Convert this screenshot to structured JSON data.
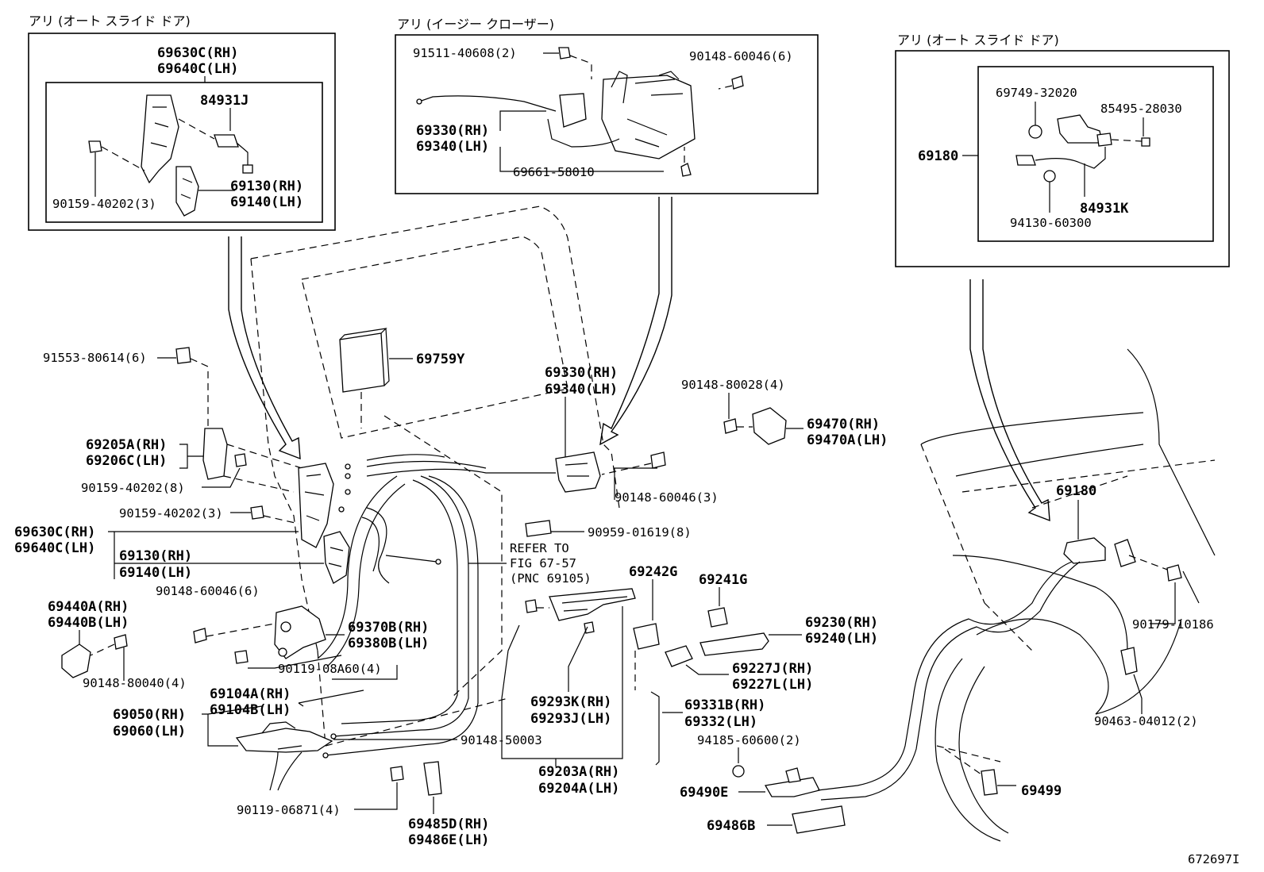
{
  "headers": {
    "auto_slide_left": "アリ (オート スライド ドア)",
    "easy_closer": "アリ (イージー クローザー)",
    "auto_slide_right": "アリ (オート スライド ドア)"
  },
  "inset_left": {
    "p69630C": "69630C(RH)",
    "p69640C": "69640C(LH)",
    "p84931J": "84931J",
    "p69130": "69130(RH)",
    "p69140": "69140(LH)",
    "p90159": "90159-40202(3)"
  },
  "inset_mid": {
    "p91511": "91511-40608(2)",
    "p90148": "90148-60046(6)",
    "p69330": "69330(RH)",
    "p69340": "69340(LH)",
    "p69661": "69661-58010"
  },
  "inset_right": {
    "p69749": "69749-32020",
    "p85495": "85495-28030",
    "p69180": "69180",
    "p84931K": "84931K",
    "p94130": "94130-60300"
  },
  "main": {
    "p91553": "91553-80614(6)",
    "p69759Y": "69759Y",
    "p69330": "69330(RH)",
    "p69340": "69340(LH)",
    "p90148_80028": "90148-80028(4)",
    "p69470": "69470(RH)",
    "p69470A": "69470A(LH)",
    "p69205A": "69205A(RH)",
    "p69206C": "69206C(LH)",
    "p90159_8": "90159-40202(8)",
    "p90148_60046_3": "90148-60046(3)",
    "p90159_3": "90159-40202(3)",
    "p90959": "90959-01619(8)",
    "p69630C": "69630C(RH)",
    "p69640C": "69640C(LH)",
    "refer1": "REFER TO",
    "refer2": "FIG 67-57",
    "refer3": "(PNC 69105)",
    "p69130": "69130(RH)",
    "p69140": "69140(LH)",
    "p69242G": "69242G",
    "p69241G": "69241G",
    "p90148_60046_6": "90148-60046(6)",
    "p69440A": "69440A(RH)",
    "p69440B": "69440B(LH)",
    "p69370B": "69370B(RH)",
    "p69380B": "69380B(LH)",
    "p69230": "69230(RH)",
    "p69240": "69240(LH)",
    "p90148_80040": "90148-80040(4)",
    "p90119_08A60": "90119-08A60(4)",
    "p69227J": "69227J(RH)",
    "p69227L": "69227L(LH)",
    "p69104A": "69104A(RH)",
    "p69104B": "69104B(LH)",
    "p69293K": "69293K(RH)",
    "p69293J": "69293J(LH)",
    "p69331B": "69331B(RH)",
    "p69332": "69332(LH)",
    "p69050": "69050(RH)",
    "p69060": "69060(LH)",
    "p90148_50003": "90148-50003",
    "p94185": "94185-60600(2)",
    "p69203A": "69203A(RH)",
    "p69204A": "69204A(LH)",
    "p69490E": "69490E",
    "p90119_06871": "90119-06871(4)",
    "p69485D": "69485D(RH)",
    "p69486E": "69486E(LH)",
    "p69486B": "69486B",
    "p69180": "69180",
    "p90179": "90179-10186",
    "p90463": "90463-04012(2)",
    "p69499": "69499",
    "fig_id": "672697I"
  }
}
